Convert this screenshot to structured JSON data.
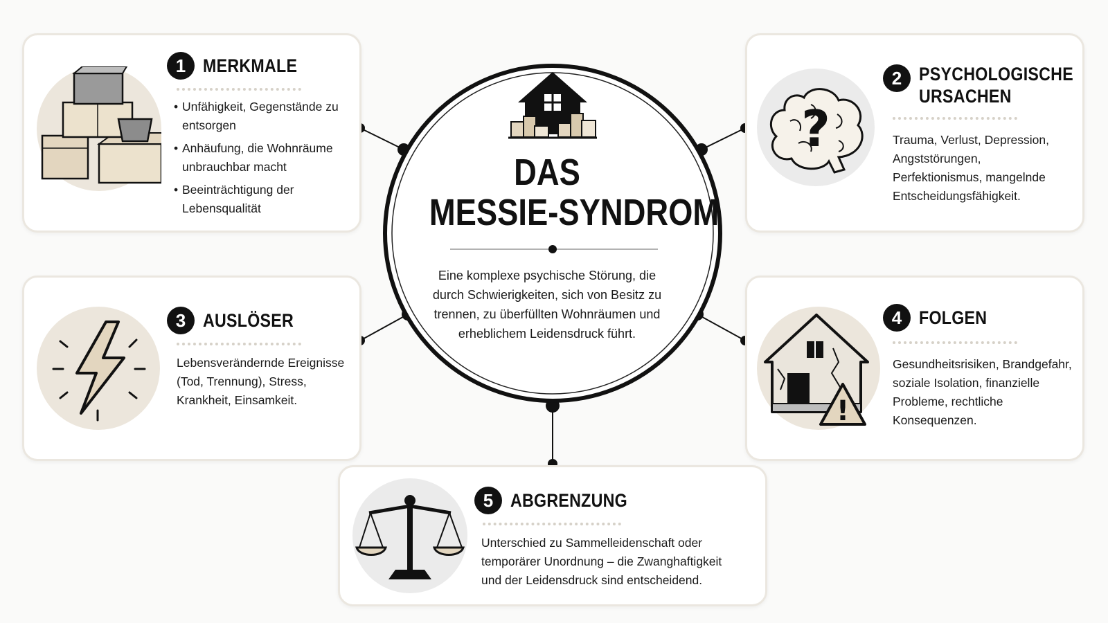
{
  "center": {
    "title_line1": "DAS",
    "title_line2": "MESSIE-SYNDROM",
    "description": "Eine komplexe psychische Störung, die durch Schwierigkeiten, sich von Besitz zu trennen, zu überfüllten Wohnräumen und erheblichem Leidensdruck führt.",
    "icon": "house-clutter-icon"
  },
  "sections": [
    {
      "number": "1",
      "title": "MERKMALE",
      "icon": "cardboard-boxes-icon",
      "bullets": [
        "Unfähigkeit, Gegenstände zu entsorgen",
        "Anhäufung, die Wohnräume unbrauchbar macht",
        "Beeinträchtigung der Lebensqualität"
      ]
    },
    {
      "number": "2",
      "title_line1": "PSYCHOLOGISCHE",
      "title_line2": "URSACHEN",
      "icon": "brain-question-icon",
      "text": "Trauma, Verlust, Depression, Angststörungen, Perfektionismus, mangelnde Entscheidungsfähigkeit."
    },
    {
      "number": "3",
      "title": "AUSLÖSER",
      "icon": "lightning-bolt-icon",
      "text": "Lebensverändernde Ereignisse (Tod, Trennung), Stress, Krankheit, Einsamkeit."
    },
    {
      "number": "4",
      "title": "FOLGEN",
      "icon": "damaged-house-warning-icon",
      "text": "Gesundheitsrisiken, Brandgefahr, soziale Isolation, finanzielle Probleme, rechtliche Konsequenzen."
    },
    {
      "number": "5",
      "title": "ABGRENZUNG",
      "icon": "balance-scale-icon",
      "text": "Unterschied zu Sammelleidenschaft oder temporärer Unordnung – die Zwanghaftigkeit und der Leidensdruck sind entscheidend."
    }
  ],
  "colors": {
    "accent": "#111111",
    "card_border": "#ebe7e0",
    "icon_bg": "#ece6dc",
    "box_tan": "#e3d6bf"
  }
}
